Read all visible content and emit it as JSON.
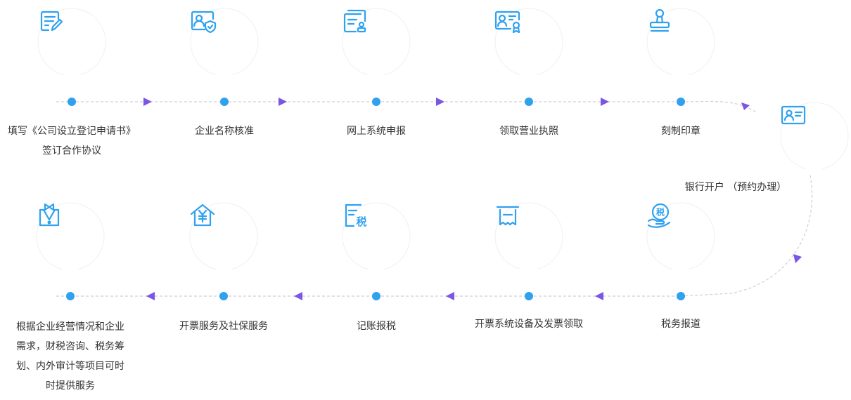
{
  "colors": {
    "accent": "#2fa1ee",
    "arrow": "#7b55e6",
    "line": "#cfcfd6"
  },
  "steps": [
    {
      "icon": "form-edit-icon",
      "lines": [
        "填写《公司设立登记申请书》",
        "签订合作协议"
      ]
    },
    {
      "icon": "id-card-shield-icon",
      "lines": [
        "企业名称核准"
      ]
    },
    {
      "icon": "online-document-icon",
      "lines": [
        "网上系统申报"
      ]
    },
    {
      "icon": "business-license-icon",
      "lines": [
        "领取营业执照"
      ]
    },
    {
      "icon": "stamp-icon",
      "lines": [
        "刻制印章"
      ]
    },
    {
      "icon": "bank-card-icon",
      "lines": [
        "银行开户 （预约办理）"
      ]
    },
    {
      "icon": "tax-hand-icon",
      "lines": [
        "税务报道"
      ]
    },
    {
      "icon": "invoice-printer-icon",
      "lines": [
        "开票系统设备及发票领取"
      ]
    },
    {
      "icon": "tax-document-icon",
      "lines": [
        "记账报税"
      ]
    },
    {
      "icon": "house-yuan-icon",
      "lines": [
        "开票服务及社保服务"
      ]
    },
    {
      "icon": "service-person-icon",
      "lines": [
        "根据企业经营情况和企业",
        "需求，财税咨询、税务筹",
        "划、内外审计等项目可时",
        "时提供服务"
      ]
    }
  ]
}
